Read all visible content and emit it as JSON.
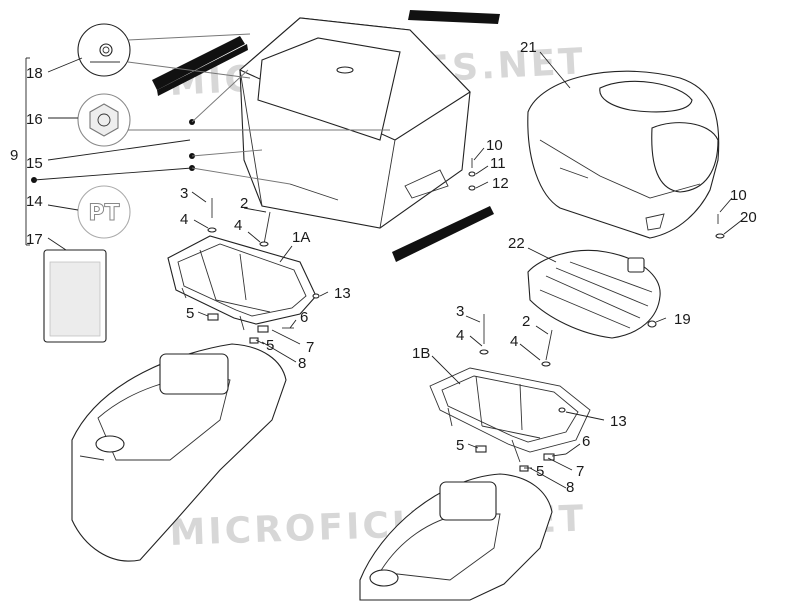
{
  "watermark": "MICROFICHES.NET",
  "badge_pt": "PT",
  "callouts": [
    {
      "key": "c18",
      "text": "18"
    },
    {
      "key": "c16",
      "text": "16"
    },
    {
      "key": "c9",
      "text": "9"
    },
    {
      "key": "c15",
      "text": "15"
    },
    {
      "key": "c14",
      "text": "14"
    },
    {
      "key": "c17",
      "text": "17"
    },
    {
      "key": "c3a",
      "text": "3"
    },
    {
      "key": "c2a",
      "text": "2"
    },
    {
      "key": "c4a",
      "text": "4"
    },
    {
      "key": "c4b",
      "text": "4"
    },
    {
      "key": "c1a",
      "text": "1A"
    },
    {
      "key": "c13a",
      "text": "13"
    },
    {
      "key": "c5a",
      "text": "5"
    },
    {
      "key": "c6a",
      "text": "6"
    },
    {
      "key": "c5b",
      "text": "5"
    },
    {
      "key": "c7a",
      "text": "7"
    },
    {
      "key": "c8a",
      "text": "8"
    },
    {
      "key": "c21",
      "text": "21"
    },
    {
      "key": "c10a",
      "text": "10"
    },
    {
      "key": "c11",
      "text": "11"
    },
    {
      "key": "c12",
      "text": "12"
    },
    {
      "key": "c10b",
      "text": "10"
    },
    {
      "key": "c20",
      "text": "20"
    },
    {
      "key": "c22",
      "text": "22"
    },
    {
      "key": "c19",
      "text": "19"
    },
    {
      "key": "c3b",
      "text": "3"
    },
    {
      "key": "c2b",
      "text": "2"
    },
    {
      "key": "c4c",
      "text": "4"
    },
    {
      "key": "c4d",
      "text": "4"
    },
    {
      "key": "c1b",
      "text": "1B"
    },
    {
      "key": "c13b",
      "text": "13"
    },
    {
      "key": "c5c",
      "text": "5"
    },
    {
      "key": "c6b",
      "text": "6"
    },
    {
      "key": "c5d",
      "text": "5"
    },
    {
      "key": "c7b",
      "text": "7"
    },
    {
      "key": "c8b",
      "text": "8"
    }
  ]
}
